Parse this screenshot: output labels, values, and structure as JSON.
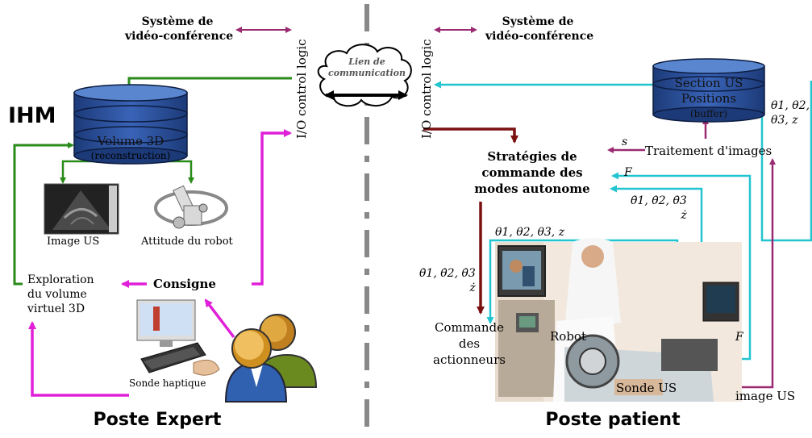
{
  "expert": {
    "section_title": "Poste Expert",
    "ihm_label": "IHM",
    "visio_line1": "Système de",
    "visio_line2": "vidéo-conférence",
    "io_label": "I/O control logic",
    "volume_label": "Volume 3D",
    "volume_sub": "(reconstruction)",
    "image_us_label": "Image US",
    "robot_attitude_label": "Attitude du robot",
    "exploration_line1": "Exploration",
    "exploration_line2": "du volume",
    "exploration_line3": "virtuel 3D",
    "consigne_label": "Consigne",
    "sonde_haptique_label": "Sonde haptique"
  },
  "link": {
    "line1": "Lien de",
    "line2": "communication"
  },
  "patient": {
    "section_title": "Poste patient",
    "visio_line1": "Système de",
    "visio_line2": "vidéo-conférence",
    "io_label": "I/O control logic",
    "buffer_line1": "Section US",
    "buffer_line2": "Positions",
    "buffer_line3": "(buffer)",
    "theta_pos_line1": "θ1, θ2,",
    "theta_pos_line2": "θ3, z",
    "s_label": "s",
    "traitement_label": "Traitement d'images",
    "strategies_line1": "Stratégies de",
    "strategies_line2": "commande des",
    "strategies_line3": "modes autonome",
    "F_label": "F",
    "theta_dot_line1": "θ̇1, θ̇2, θ̇3",
    "theta_dot_line2": "ż",
    "theta_full_label": "θ1, θ2, θ3, z",
    "left_theta_dot_line1": "θ̇1, θ̇2, θ̇3",
    "left_theta_dot_line2": "ż",
    "commande_line1": "Commande",
    "commande_line2": "des",
    "commande_line3": "actionneurs",
    "robot_label": "Robot",
    "F_label_2": "F",
    "sonde_us_label": "Sonde US",
    "image_us_label": "image US"
  },
  "colors": {
    "magenta": "#e020d8",
    "green": "#2a8a1a",
    "cyan": "#22c4d0",
    "darkred": "#7a1010",
    "purple": "#9a2a72",
    "db_blue": "#2a4f9a",
    "divider": "#888888"
  }
}
